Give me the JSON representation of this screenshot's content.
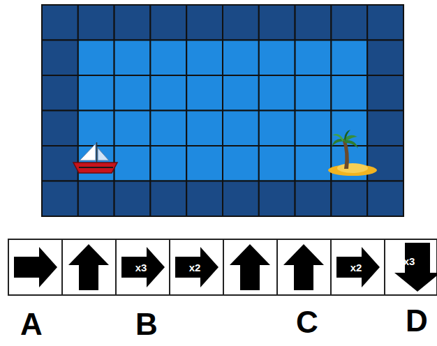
{
  "diagram": {
    "labels": [
      "x3",
      "x2",
      "x2",
      "x3",
      "A",
      "B",
      "C",
      "D"
    ]
  }
}
